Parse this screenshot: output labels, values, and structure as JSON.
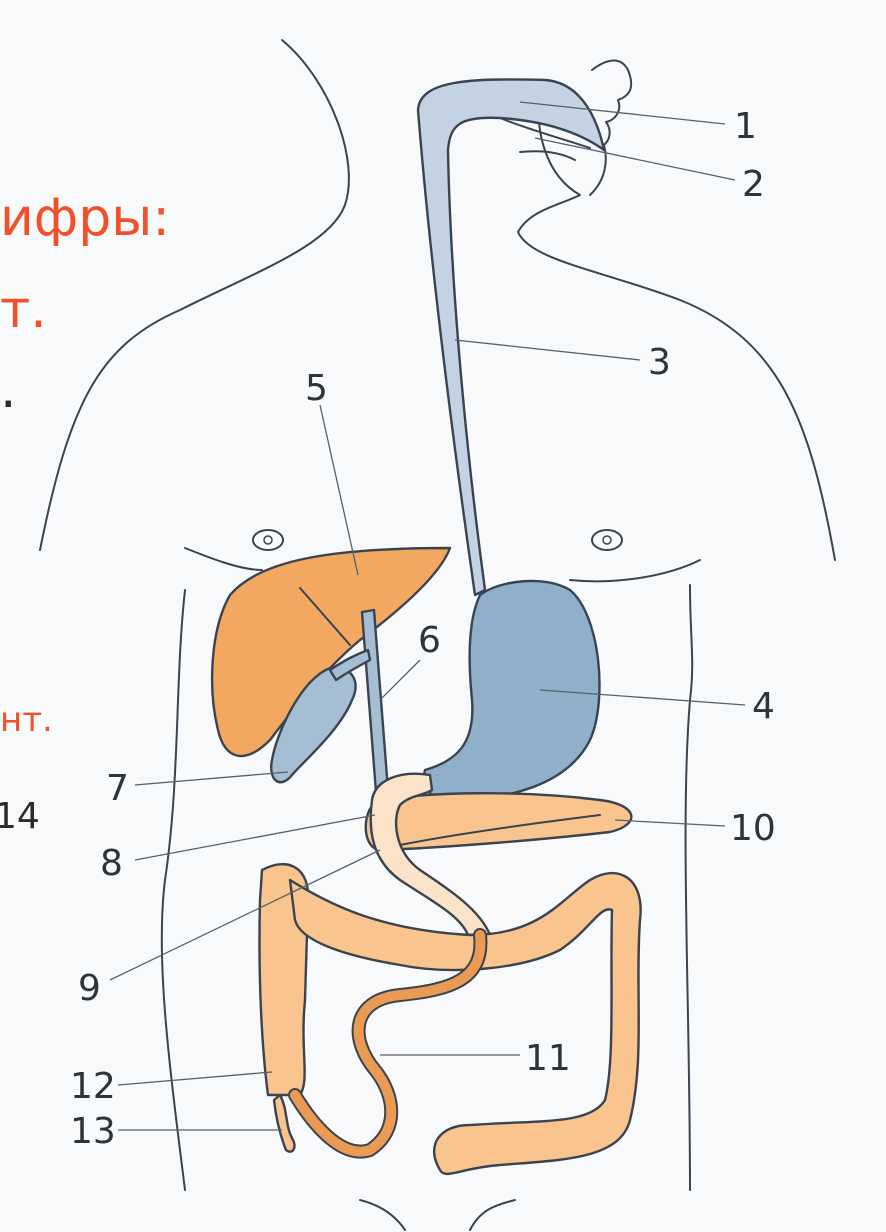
{
  "left_text": {
    "line1": "ифры:",
    "line2": "т.",
    "line3": ".",
    "line4": "нт.",
    "line5": "14"
  },
  "colors": {
    "background": "#f8f9fa",
    "outline": "#3a4450",
    "airway_blue": "#c3d3e3",
    "stomach_blue": "#8fafca",
    "liver_orange": "#f2a860",
    "intestine_light": "#f9c48d",
    "intestine_dark": "#ea9a52",
    "duodenum_pale": "#fbe3c9",
    "accent_red": "#f0512a"
  },
  "labels": [
    "1",
    "2",
    "3",
    "4",
    "5",
    "6",
    "7",
    "8",
    "9",
    "10",
    "11",
    "12",
    "13"
  ]
}
